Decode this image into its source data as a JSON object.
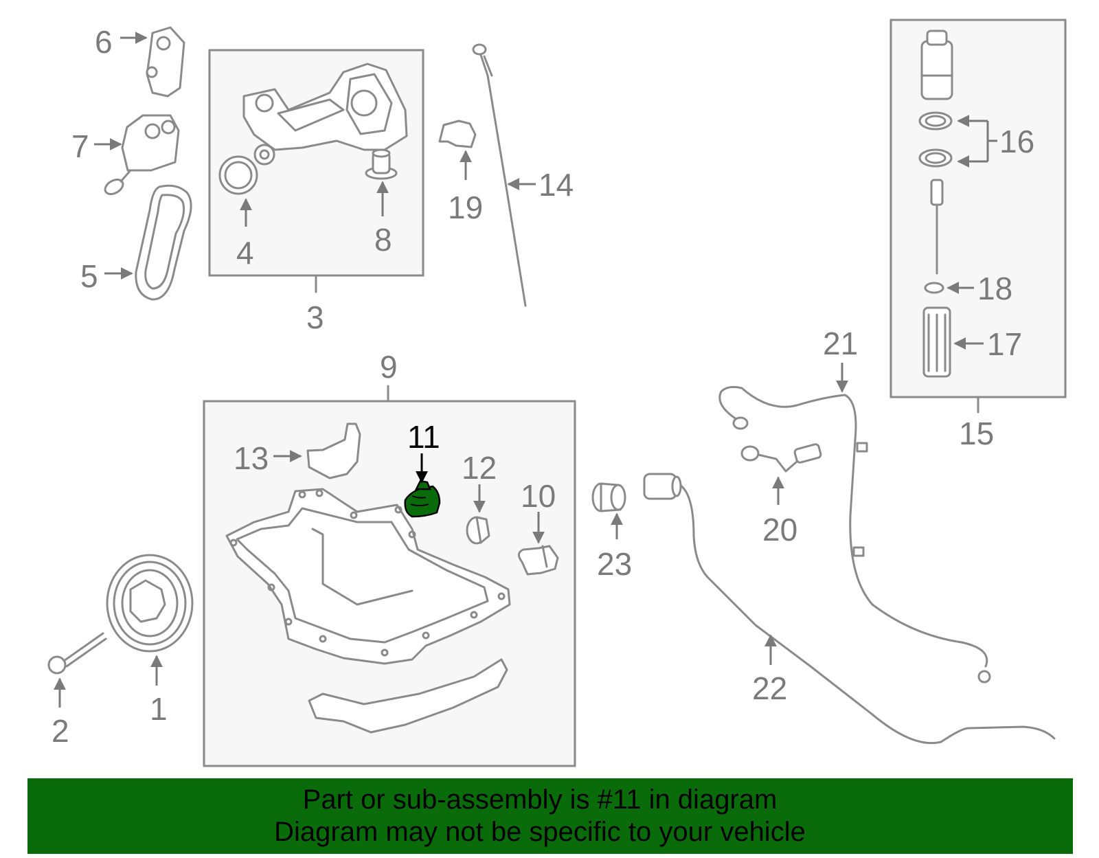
{
  "callouts": {
    "c1": "1",
    "c2": "2",
    "c3": "3",
    "c4": "4",
    "c5": "5",
    "c6": "6",
    "c7": "7",
    "c8": "8",
    "c9": "9",
    "c10": "10",
    "c11": "11",
    "c12": "12",
    "c13": "13",
    "c14": "14",
    "c15": "15",
    "c16": "16",
    "c17": "17",
    "c18": "18",
    "c19": "19",
    "c20": "20",
    "c21": "21",
    "c22": "22",
    "c23": "23"
  },
  "highlight": {
    "part": "11",
    "color": "#0a6b0a"
  },
  "banner": {
    "line1": "Part or sub-assembly is #11 in diagram",
    "line2": "Diagram may not be specific to your vehicle"
  }
}
